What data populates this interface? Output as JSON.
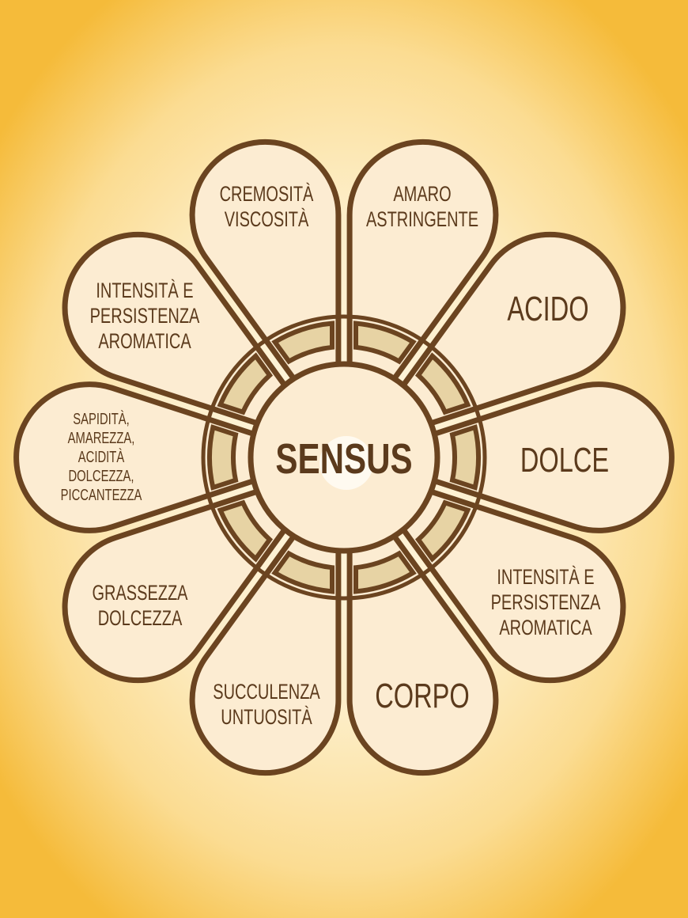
{
  "center_label": "SENSUS",
  "colors": {
    "outline": "#6b4420",
    "petal_fill": "#fcecd2",
    "segment_fill": "#e7d3a4",
    "text": "#5b3a1c"
  },
  "petals": [
    {
      "id": "dolce",
      "lines": [
        "DOLCE"
      ]
    },
    {
      "id": "intensita-right",
      "lines": [
        "INTENSITÀ E",
        "PERSISTENZA",
        "AROMATICA"
      ]
    },
    {
      "id": "corpo",
      "lines": [
        "CORPO"
      ]
    },
    {
      "id": "succulenza",
      "lines": [
        "SUCCULENZA",
        "UNTUOSITÀ"
      ]
    },
    {
      "id": "grassezza",
      "lines": [
        "GRASSEZZA",
        "DOLCEZZA"
      ]
    },
    {
      "id": "sapidita",
      "lines": [
        "SAPIDITÀ,",
        "AMAREZZA,",
        "ACIDITÀ",
        "DOLCEZZA,",
        "PICCANTEZZA"
      ]
    },
    {
      "id": "intensita-left",
      "lines": [
        "INTENSITÀ E",
        "PERSISTENZA",
        "AROMATICA"
      ]
    },
    {
      "id": "cremosita",
      "lines": [
        "CREMOSITÀ",
        "VISCOSITÀ"
      ]
    },
    {
      "id": "amaro",
      "lines": [
        "AMARO",
        "ASTRINGENTE"
      ]
    },
    {
      "id": "acido",
      "lines": [
        "ACIDO"
      ]
    }
  ]
}
